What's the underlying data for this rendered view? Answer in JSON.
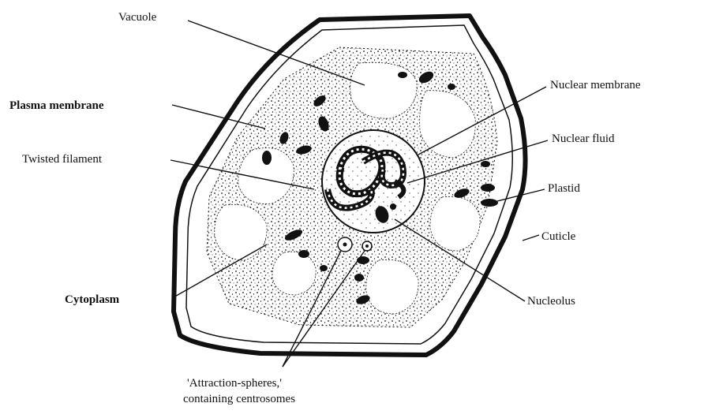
{
  "diagram": {
    "labels": {
      "vacuole": "Vacuole",
      "plasma_membrane": "Plasma membrane",
      "twisted_filament": "Twisted filament",
      "cytoplasm": "Cytoplasm",
      "nuclear_membrane": "Nuclear membrane",
      "nuclear_fluid": "Nuclear fluid",
      "plastid": "Plastid",
      "cuticle": "Cuticle",
      "nucleolus": "Nucleolus",
      "attraction_line1": "'Attraction-spheres,'",
      "attraction_line2": "containing centrosomes"
    },
    "colors": {
      "ink": "#111111",
      "background": "#ffffff"
    }
  }
}
